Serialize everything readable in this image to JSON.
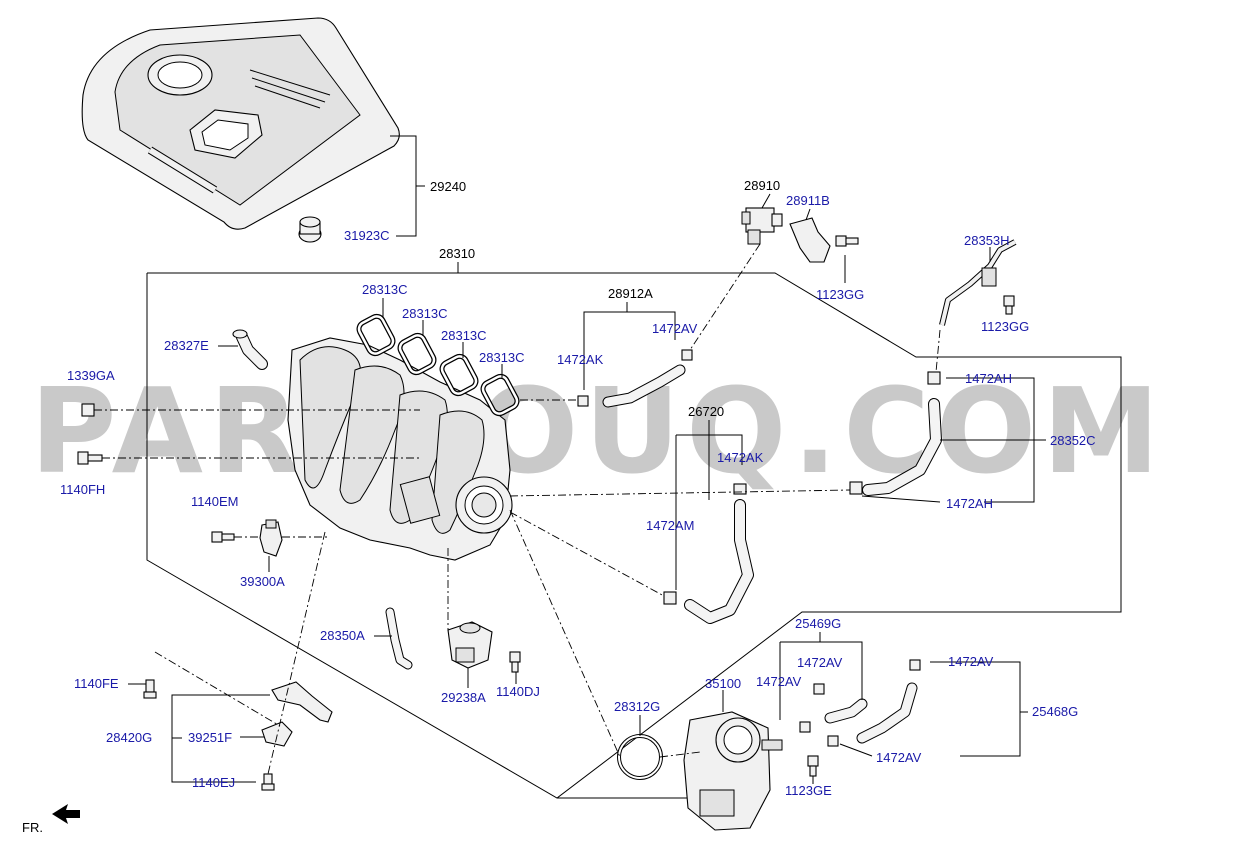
{
  "watermark": "PARTSOUQ.COM",
  "direction_label": "FR.",
  "labels": {
    "p29240": "29240",
    "p31923C": "31923C",
    "p28310": "28310",
    "p28313C_1": "28313C",
    "p28313C_2": "28313C",
    "p28313C_3": "28313C",
    "p28313C_4": "28313C",
    "p28327E": "28327E",
    "p1339GA": "1339GA",
    "p1140FH": "1140FH",
    "p1140EM": "1140EM",
    "p39300A": "39300A",
    "p28350A": "28350A",
    "p29238A": "29238A",
    "p1140DJ": "1140DJ",
    "p1140FE": "1140FE",
    "p28420G": "28420G",
    "p39251F": "39251F",
    "p1140EJ": "1140EJ",
    "p28312G": "28312G",
    "p35100": "35100",
    "p1123GE": "1123GE",
    "p25469G": "25469G",
    "p1472AV_1": "1472AV",
    "p1472AV_2": "1472AV",
    "p1472AV_3": "1472AV",
    "p1472AV_4": "1472AV",
    "p1472AV_5": "1472AV",
    "p25468G": "25468G",
    "p28910": "28910",
    "p28911B": "28911B",
    "p1123GG_1": "1123GG",
    "p28912A": "28912A",
    "p1472AK_1": "1472AK",
    "p1472AK_2": "1472AK",
    "p26720": "26720",
    "p1472AM": "1472AM",
    "p28353H": "28353H",
    "p1123GG_2": "1123GG",
    "p1472AH_1": "1472AH",
    "p1472AH_2": "1472AH",
    "p28352C": "28352C"
  }
}
